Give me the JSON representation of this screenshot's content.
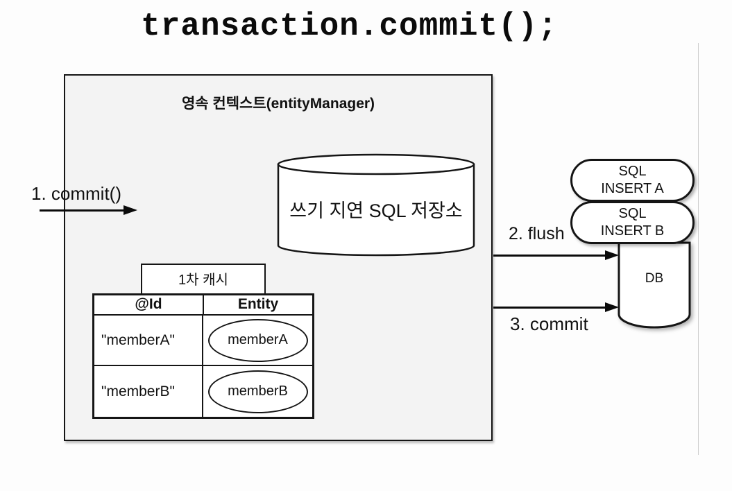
{
  "title": "transaction.commit();",
  "persistence_context": {
    "label": "영속 컨텍스트(entityManager)",
    "sql_store": {
      "label": "쓰기 지연 SQL 저장소"
    },
    "first_level_cache": {
      "tab_label": "1차 캐시",
      "table": {
        "columns": [
          "@Id",
          "Entity"
        ],
        "rows": [
          {
            "id": "\"memberA\"",
            "entity": "memberA"
          },
          {
            "id": "\"memberB\"",
            "entity": "memberB"
          }
        ]
      }
    }
  },
  "arrows": {
    "commit_in": "1. commit()",
    "flush": "2. flush",
    "commit_out": "3. commit"
  },
  "sql_queue": [
    {
      "line1": "SQL",
      "line2": "INSERT A"
    },
    {
      "line1": "SQL",
      "line2": "INSERT B"
    }
  ],
  "database": {
    "label": "DB"
  },
  "colors": {
    "box_fill": "#f3f3f3",
    "shape_fill": "#ffffff",
    "stroke": "#151515",
    "background": "#fdfdfd",
    "divider": "#cccccc"
  }
}
